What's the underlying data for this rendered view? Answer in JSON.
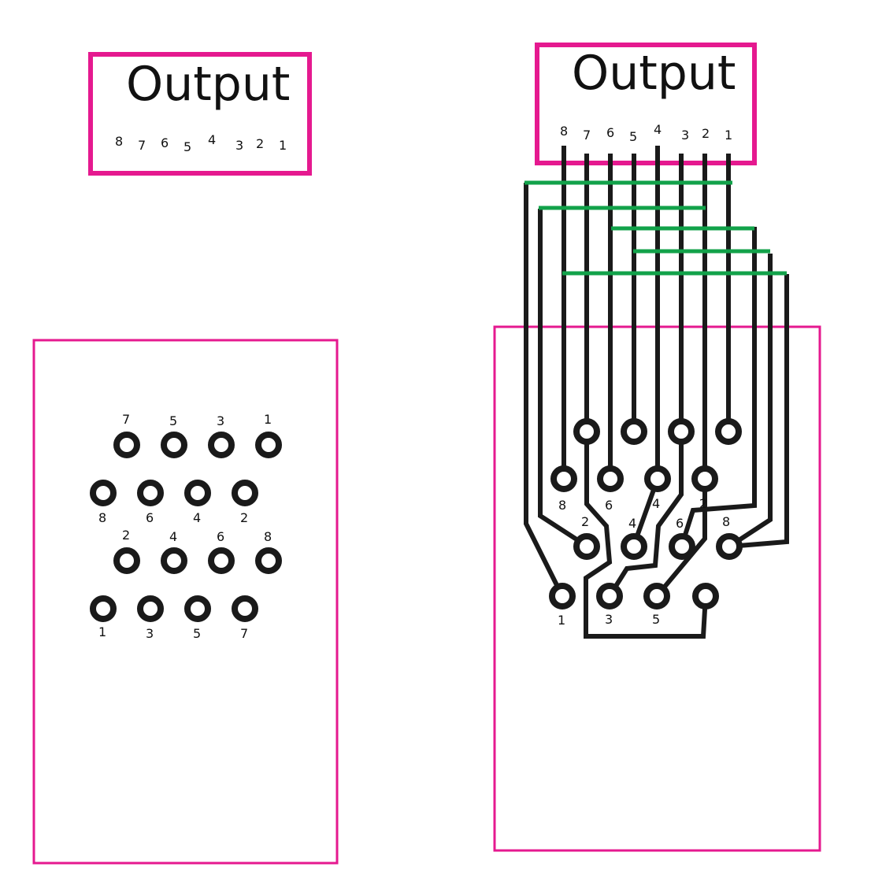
{
  "colors": {
    "outline": "#e5198f",
    "trace": "#1a1a1a",
    "jumper": "#12a24a",
    "text": "#111111"
  },
  "left_output": {
    "title": "Output",
    "pins": [
      "8",
      "7",
      "6",
      "5",
      "4",
      "3",
      "2",
      "1"
    ]
  },
  "right_output": {
    "title": "Output",
    "pins": [
      "8",
      "7",
      "6",
      "5",
      "4",
      "3",
      "2",
      "1"
    ]
  },
  "left_board": {
    "row1_top_labels": [
      "7",
      "5",
      "3",
      "1"
    ],
    "row2_bottom_labels": [
      "8",
      "6",
      "4",
      "2"
    ],
    "row3_top_labels": [
      "2",
      "4",
      "6",
      "8"
    ],
    "row4_bottom_labels": [
      "1",
      "3",
      "5",
      "7"
    ]
  },
  "right_board": {
    "row2_labels": [
      "8",
      "6",
      "4",
      "2"
    ],
    "row3_labels": [
      "2",
      "4",
      "6",
      "8"
    ],
    "row4_labels": [
      "1",
      "3",
      "5"
    ]
  }
}
